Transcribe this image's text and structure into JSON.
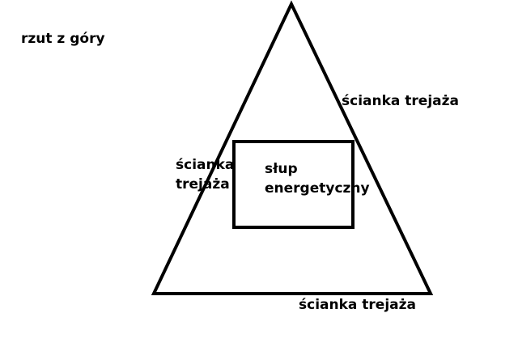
{
  "diagram": {
    "view_label": "rzut z góry",
    "walls": {
      "right": "ścianka trejaża",
      "left_line1": "ścianka",
      "left_line2": "trejaża",
      "bottom": "ścianka trejaża"
    },
    "pole": {
      "line1": "słup",
      "line2": "energetyczny"
    },
    "colors": {
      "stroke": "#000000",
      "background": "#ffffff"
    }
  }
}
